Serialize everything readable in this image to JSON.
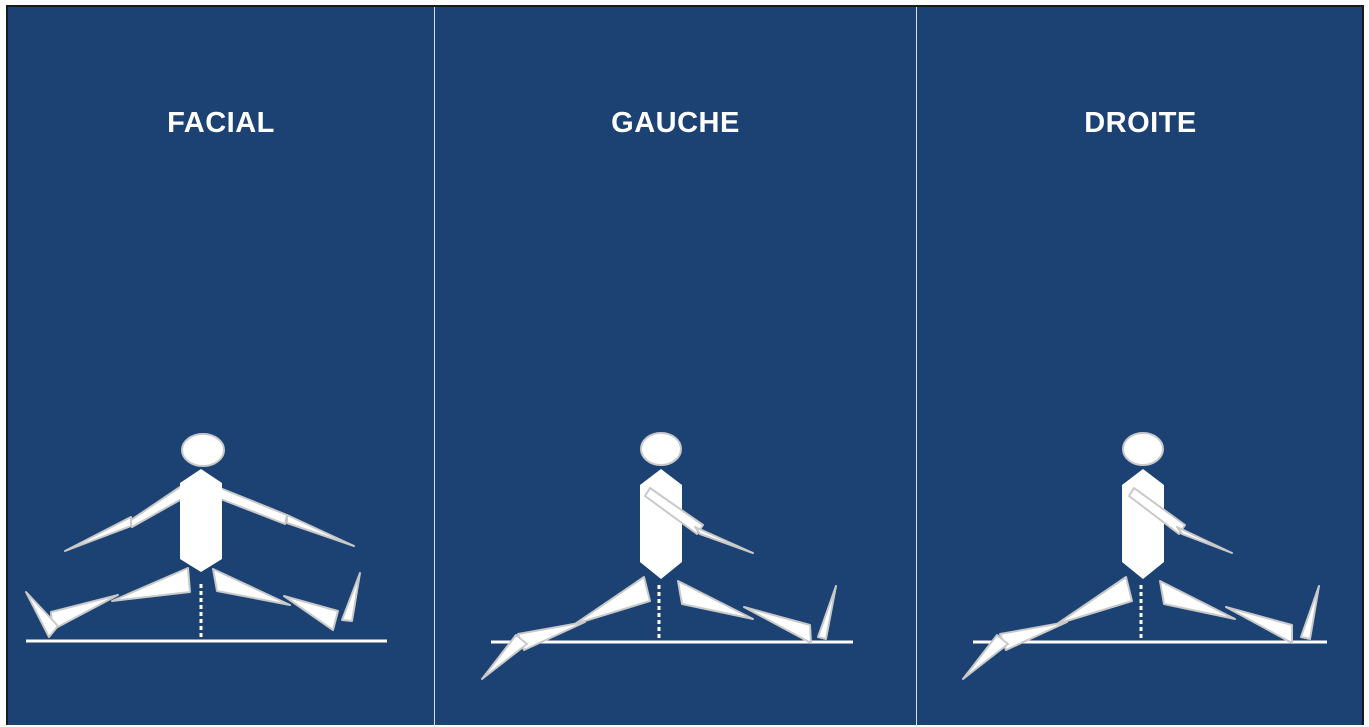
{
  "panels": [
    {
      "label": "FACIAL"
    },
    {
      "label": "GAUCHE"
    },
    {
      "label": "DROITE"
    }
  ],
  "colors": {
    "background": "#1b4272",
    "figure": "#ffffff",
    "outline": "#c9c9c9"
  }
}
